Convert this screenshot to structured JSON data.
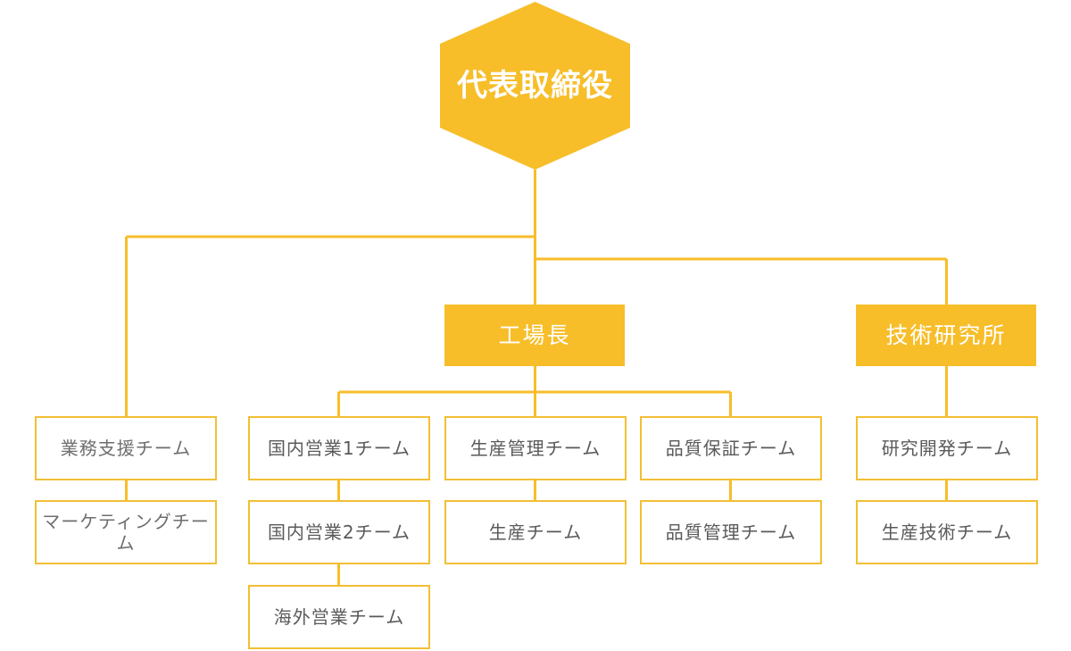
{
  "chart_data": {
    "type": "diagram",
    "title": "",
    "diagram_kind": "organization-chart",
    "orientation": "top-down",
    "colors": {
      "accent": "#f7be2a",
      "box_border": "#f2bf35",
      "box_fill": "#ffffff",
      "filled_text": "#ffffff",
      "outline_text": "#5a5a5a",
      "background": "#ffffff",
      "connector": "#f7be2a"
    },
    "nodes": [
      {
        "id": "ceo",
        "label": "代表取締役",
        "shape": "hexagon",
        "level": 0,
        "style": "filled"
      },
      {
        "id": "plant",
        "label": "工場長",
        "shape": "rect",
        "level": 1,
        "style": "filled"
      },
      {
        "id": "lab",
        "label": "技術研究所",
        "shape": "rect",
        "level": 1,
        "style": "filled"
      },
      {
        "id": "t1",
        "label": "業務支援チーム",
        "shape": "rect",
        "level": 2,
        "style": "outline",
        "parent": "ceo"
      },
      {
        "id": "t2",
        "label": "マーケティングチーム",
        "shape": "rect",
        "level": 3,
        "style": "outline",
        "parent": "t1"
      },
      {
        "id": "t3",
        "label": "国内営業1チーム",
        "shape": "rect",
        "level": 2,
        "style": "outline",
        "parent": "plant"
      },
      {
        "id": "t4",
        "label": "国内営業2チーム",
        "shape": "rect",
        "level": 3,
        "style": "outline",
        "parent": "t3"
      },
      {
        "id": "t5",
        "label": "海外営業チーム",
        "shape": "rect",
        "level": 4,
        "style": "outline",
        "parent": "t4"
      },
      {
        "id": "t6",
        "label": "生産管理チーム",
        "shape": "rect",
        "level": 2,
        "style": "outline",
        "parent": "plant"
      },
      {
        "id": "t7",
        "label": "生産チーム",
        "shape": "rect",
        "level": 3,
        "style": "outline",
        "parent": "t6"
      },
      {
        "id": "t8",
        "label": "品質保証チーム",
        "shape": "rect",
        "level": 2,
        "style": "outline",
        "parent": "plant"
      },
      {
        "id": "t9",
        "label": "品質管理チーム",
        "shape": "rect",
        "level": 3,
        "style": "outline",
        "parent": "t8"
      },
      {
        "id": "t10",
        "label": "研究開発チーム",
        "shape": "rect",
        "level": 2,
        "style": "outline",
        "parent": "lab"
      },
      {
        "id": "t11",
        "label": "生産技術チーム",
        "shape": "rect",
        "level": 3,
        "style": "outline",
        "parent": "t10"
      }
    ],
    "edges": [
      {
        "from": "ceo",
        "to": "t1"
      },
      {
        "from": "ceo",
        "to": "plant"
      },
      {
        "from": "ceo",
        "to": "lab"
      },
      {
        "from": "t1",
        "to": "t2"
      },
      {
        "from": "plant",
        "to": "t3"
      },
      {
        "from": "plant",
        "to": "t6"
      },
      {
        "from": "plant",
        "to": "t8"
      },
      {
        "from": "t3",
        "to": "t4"
      },
      {
        "from": "t4",
        "to": "t5"
      },
      {
        "from": "t6",
        "to": "t7"
      },
      {
        "from": "t8",
        "to": "t9"
      },
      {
        "from": "lab",
        "to": "t10"
      },
      {
        "from": "t10",
        "to": "t11"
      }
    ]
  },
  "org": {
    "root": {
      "label": "代表取締役"
    },
    "division_plant": {
      "label": "工場長"
    },
    "division_lab": {
      "label": "技術研究所"
    },
    "teams": {
      "support": "業務支援チーム",
      "marketing": "マーケティングチーム",
      "domestic_sales_1": "国内営業1チーム",
      "domestic_sales_2": "国内営業2チーム",
      "overseas_sales": "海外営業チーム",
      "production_management": "生産管理チーム",
      "production": "生産チーム",
      "quality_assurance": "品質保証チーム",
      "quality_control": "品質管理チーム",
      "research_development": "研究開発チーム",
      "production_engineering": "生産技術チーム"
    }
  }
}
